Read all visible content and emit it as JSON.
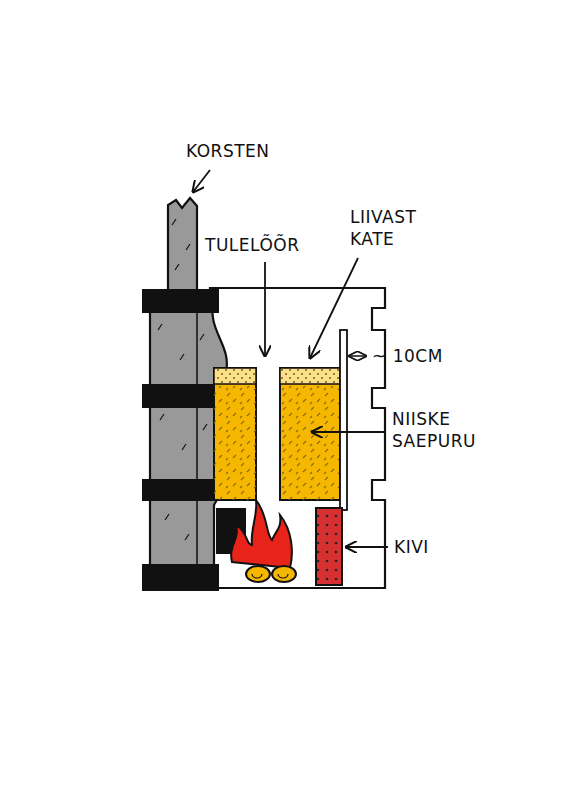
{
  "diagram": {
    "labels": [
      "KORSTEN",
      "TULELÕÕR",
      "LIIVAST KATE",
      "~ 10CM",
      "NIISKE SAEPURU",
      "KIVI"
    ]
  }
}
